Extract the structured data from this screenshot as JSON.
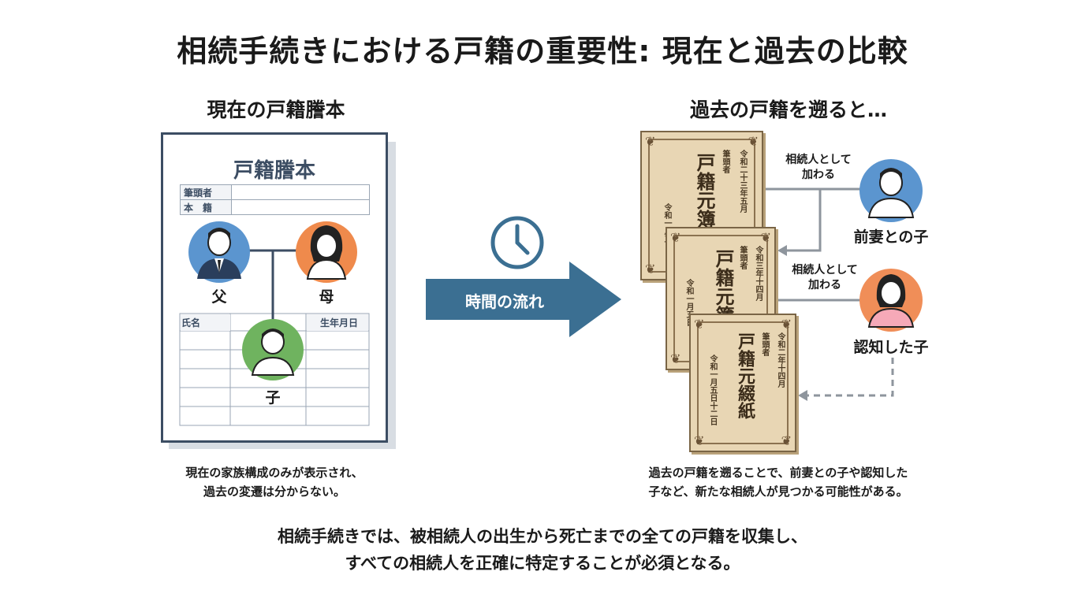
{
  "title": "相続手続きにおける戸籍の重要性: 現在と過去の比較",
  "left": {
    "heading": "現在の戸籍謄本",
    "doc_title": "戸籍謄本",
    "header_rows": [
      "筆頭者",
      "本　籍"
    ],
    "father": "父",
    "mother": "母",
    "child": "子",
    "col_name": "氏名",
    "col_birth": "生年月日",
    "note_lines": [
      "現在の家族構成のみが表示され、",
      "過去の変遷は分からない。"
    ]
  },
  "arrow": {
    "label": "時間の流れ",
    "icon": "clock-icon"
  },
  "right": {
    "heading": "過去の戸籍を遡ると…",
    "sheets": [
      {
        "big": "戸籍元簿",
        "side": "筆頭者",
        "date": "令和二十三年五月",
        "foot": "令和一月五日"
      },
      {
        "big": "戸籍元簿",
        "side": "筆頭者",
        "date": "令和三年十四月",
        "foot": "令和一月五日"
      },
      {
        "big": "戸籍元綴紙",
        "side": "筆頭者",
        "date": "令和二年十四月",
        "foot": "令和一月五日十二日"
      }
    ],
    "relation_1": [
      "相続人として",
      "加わる"
    ],
    "relation_2": [
      "相続人として",
      "加わる"
    ],
    "person_1": "前妻との子",
    "person_2": "認知した子",
    "note_lines": [
      "過去の戸籍を遡ることで、前妻との子や認知した",
      "子など、新たな相続人が見つかる可能性がある。"
    ]
  },
  "bottom_lines": [
    "相続手続きでは、被相続人の出生から死亡までの全ての戸籍を収集し、",
    "すべての相続人を正確に特定することが必須となる。"
  ],
  "colors": {
    "navy": "#3c4d63",
    "arrow_blue": "#3b6f92",
    "father_blue": "#5b95cf",
    "mother_orange": "#ef8a4c",
    "child_green": "#6fb35f",
    "person1_blue": "#5b95cf",
    "person2_orange": "#f08e58",
    "connector_gray": "#8e959d",
    "old_paper": "#e8d6b4"
  }
}
